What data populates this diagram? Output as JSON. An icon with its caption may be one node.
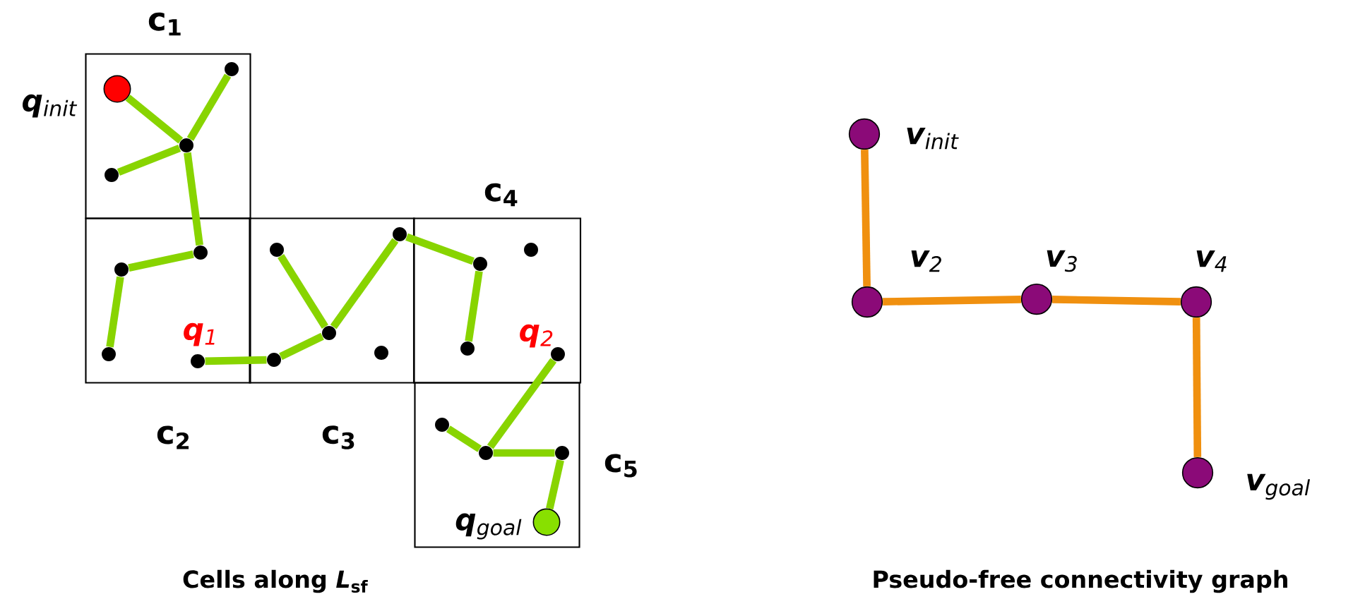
{
  "diagram": {
    "nodes": [
      {
        "text": [
          "c$_{1}$"
        ]
      },
      {
        "text": [],
        "shape": "circle",
        "in": 0,
        "beside": [
          "**q**$_{init}$"
        ]
      },
      {
        "text": [],
        "shape": "circle",
        "in": 0
      },
      {
        "text": [],
        "shape": "circle",
        "in": 0
      },
      {
        "text": [],
        "shape": "circle",
        "in": 0
      },
      {
        "text": [
          "c$_{2}$"
        ]
      },
      {
        "text": [],
        "shape": "circle",
        "in": 5
      },
      {
        "text": [],
        "shape": "circle",
        "in": 5
      },
      {
        "text": [],
        "shape": "circle",
        "in": 5
      },
      {
        "text": [],
        "shape": "circle",
        "in": 5,
        "beside": [
          "**q**$_{1}$"
        ]
      },
      {
        "text": [
          "c$_{3}$"
        ]
      },
      {
        "text": [],
        "shape": "circle",
        "in": 10
      },
      {
        "text": [],
        "shape": "circle",
        "in": 10
      },
      {
        "text": [],
        "shape": "circle",
        "in": 10
      },
      {
        "text": [],
        "shape": "circle",
        "in": 10
      },
      {
        "text": [],
        "shape": "circle",
        "in": 10
      },
      {
        "text": [
          "c$_{4}$"
        ]
      },
      {
        "text": [],
        "shape": "circle",
        "in": 16
      },
      {
        "text": [],
        "shape": "circle",
        "in": 16
      },
      {
        "text": [],
        "shape": "circle",
        "in": 16
      },
      {
        "text": [],
        "shape": "circle",
        "in": 16,
        "beside": [
          "**q**$_{2}$"
        ]
      },
      {
        "text": [
          "c$_{5}$"
        ]
      },
      {
        "text": [],
        "shape": "circle",
        "in": 21
      },
      {
        "text": [],
        "shape": "circle",
        "in": 21
      },
      {
        "text": [],
        "shape": "circle",
        "in": 21
      },
      {
        "text": [],
        "shape": "circle",
        "in": 21,
        "beside": [
          "**q**$_{goal}$"
        ]
      },
      {
        "text": [],
        "shape": "circle",
        "beside": [
          "**v**$_{init}$"
        ]
      },
      {
        "text": [],
        "shape": "circle",
        "beside": [
          "**v**$_{2}$"
        ]
      },
      {
        "text": [],
        "shape": "circle",
        "beside": [
          "**v**$_{3}$"
        ]
      },
      {
        "text": [],
        "shape": "circle",
        "beside": [
          "**v**$_{4}$"
        ]
      },
      {
        "text": [],
        "shape": "circle",
        "beside": [
          "**v**$_{goal}$"
        ]
      }
    ],
    "edges": [
      {
        "from": 1,
        "to": 3,
        "arrow": "none"
      },
      {
        "from": 2,
        "to": 3,
        "arrow": "none"
      },
      {
        "from": 4,
        "to": 3,
        "arrow": "none"
      },
      {
        "from": 3,
        "to": 6,
        "arrow": "none"
      },
      {
        "from": 6,
        "to": 7,
        "arrow": "none"
      },
      {
        "from": 7,
        "to": 8,
        "arrow": "none"
      },
      {
        "from": 9,
        "to": 13,
        "arrow": "none"
      },
      {
        "from": 13,
        "to": 12,
        "arrow": "none"
      },
      {
        "from": 12,
        "to": 11,
        "arrow": "none"
      },
      {
        "from": 12,
        "to": 15,
        "arrow": "none"
      },
      {
        "from": 15,
        "to": 17,
        "arrow": "none"
      },
      {
        "from": 17,
        "to": 19,
        "arrow": "none"
      },
      {
        "from": 20,
        "to": 23,
        "arrow": "none"
      },
      {
        "from": 22,
        "to": 23,
        "arrow": "none"
      },
      {
        "from": 23,
        "to": 24,
        "arrow": "none"
      },
      {
        "from": 24,
        "to": 25,
        "arrow": "none"
      },
      {
        "from": 26,
        "to": 27,
        "arrow": "none",
        "color": "#f0900f"
      },
      {
        "from": 27,
        "to": 28,
        "arrow": "none",
        "color": "#f0900f"
      },
      {
        "from": 28,
        "to": 29,
        "arrow": "none",
        "color": "#f0900f"
      },
      {
        "from": 29,
        "to": 30,
        "arrow": "none",
        "color": "#f0900f"
      }
    ],
    "labels": [
      "Cells along *L*$_{sf}$",
      "Pseudo-free connectivity graph"
    ]
  }
}
